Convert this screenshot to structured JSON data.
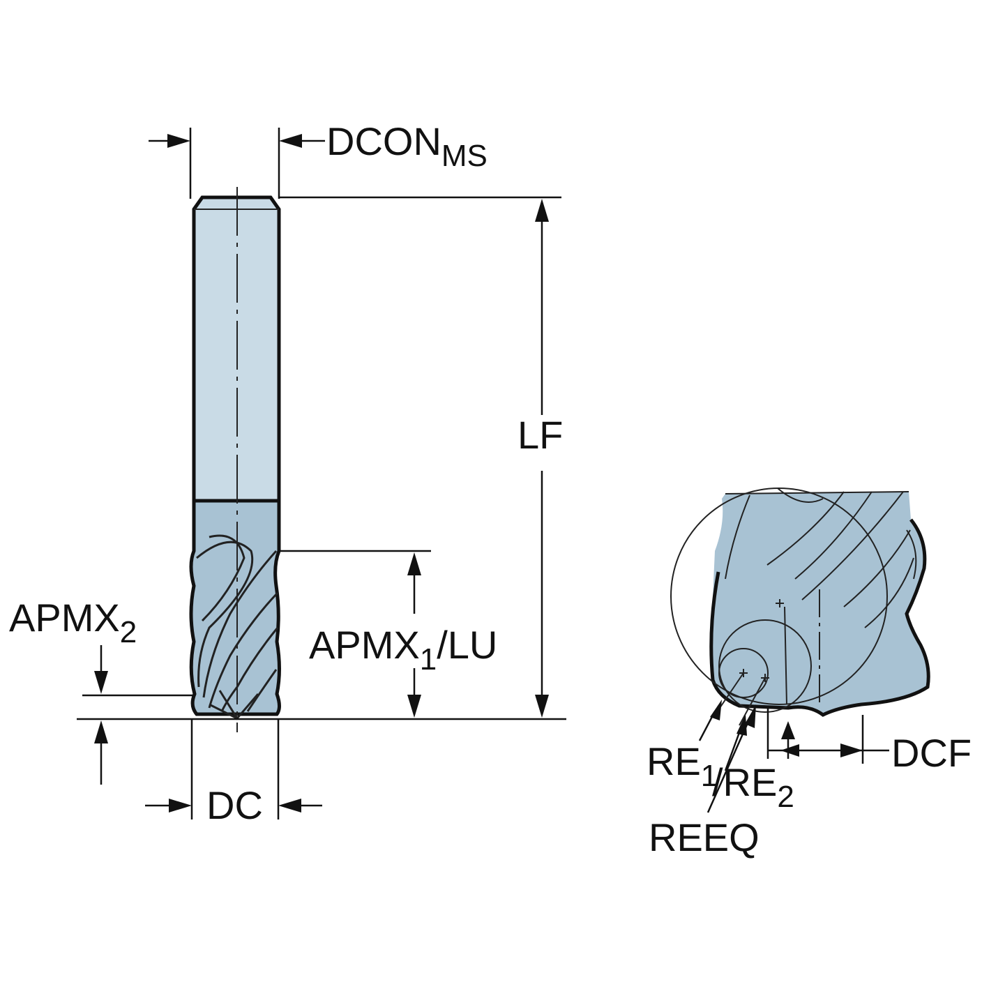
{
  "labels": {
    "dcon_main": "DCON",
    "dcon_sub": "MS",
    "lf": "LF",
    "apmx1_main": "APMX",
    "apmx1_sub": "1",
    "apmx1_tail": "/LU",
    "apmx2_main": "APMX",
    "apmx2_sub": "2",
    "dc": "DC",
    "re1_main": "RE",
    "re1_sub": "1",
    "re2_main": "/RE",
    "re2_sub": "2",
    "reeq": "REEQ",
    "dcf": "DCF"
  },
  "colors": {
    "shank": "#c9dbe6",
    "cutting": "#a8c2d3",
    "outline": "#111111",
    "text": "#111111"
  }
}
